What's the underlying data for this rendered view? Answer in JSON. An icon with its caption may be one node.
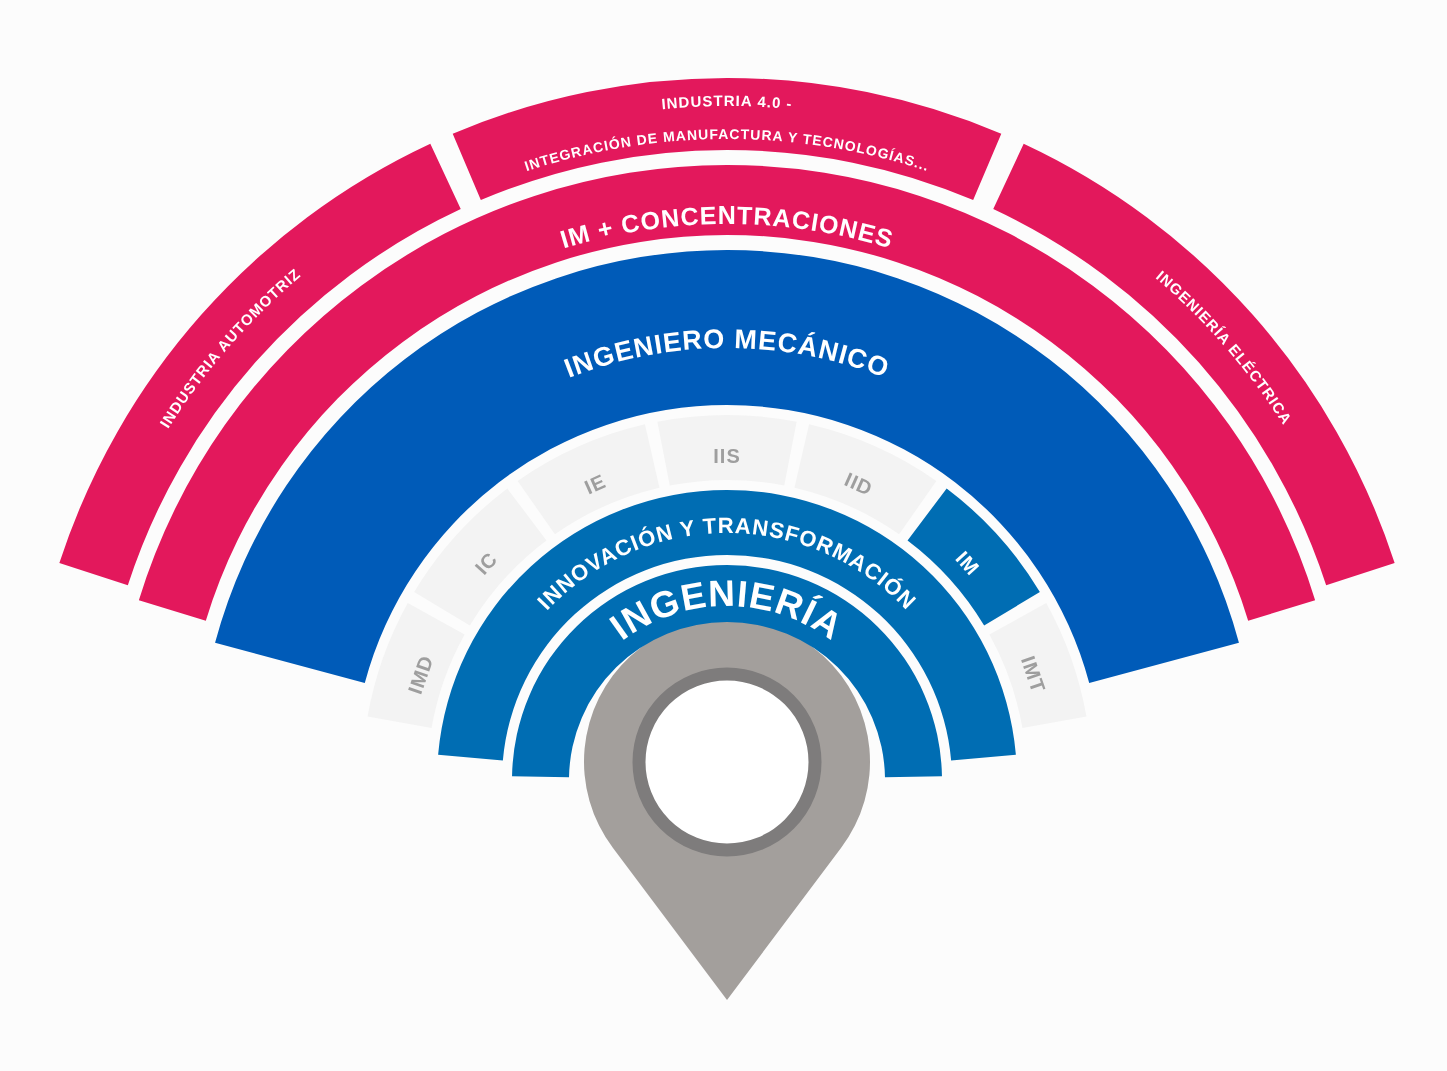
{
  "diagram": {
    "nodes": [
      {
        "text": [
          "INDUSTRIA AUTOMOTRIZ"
        ]
      },
      {
        "text": [
          "INDUSTRIA 4.0 -",
          "INTEGRACIÓN DE MANUFACTURA Y TECNOLOGÍAS..."
        ]
      },
      {
        "text": [
          "INGENIERÍA ELÉCTRICA"
        ]
      },
      {
        "text": [
          "IM + CONCENTRACIONES"
        ]
      },
      {
        "text": [
          "INGENIERO MECÁNICO"
        ]
      },
      {
        "text": [
          "IMD"
        ]
      },
      {
        "text": [
          "IC"
        ]
      },
      {
        "text": [
          "IE"
        ]
      },
      {
        "text": [
          "IIS"
        ]
      },
      {
        "text": [
          "IID"
        ]
      },
      {
        "text": [
          "IM"
        ]
      },
      {
        "text": [
          "IMT"
        ]
      },
      {
        "text": [
          "INNOVACIÓN Y TRANSFORMACIÓN"
        ]
      },
      {
        "text": [
          "INGENIERÍA"
        ]
      }
    ]
  }
}
